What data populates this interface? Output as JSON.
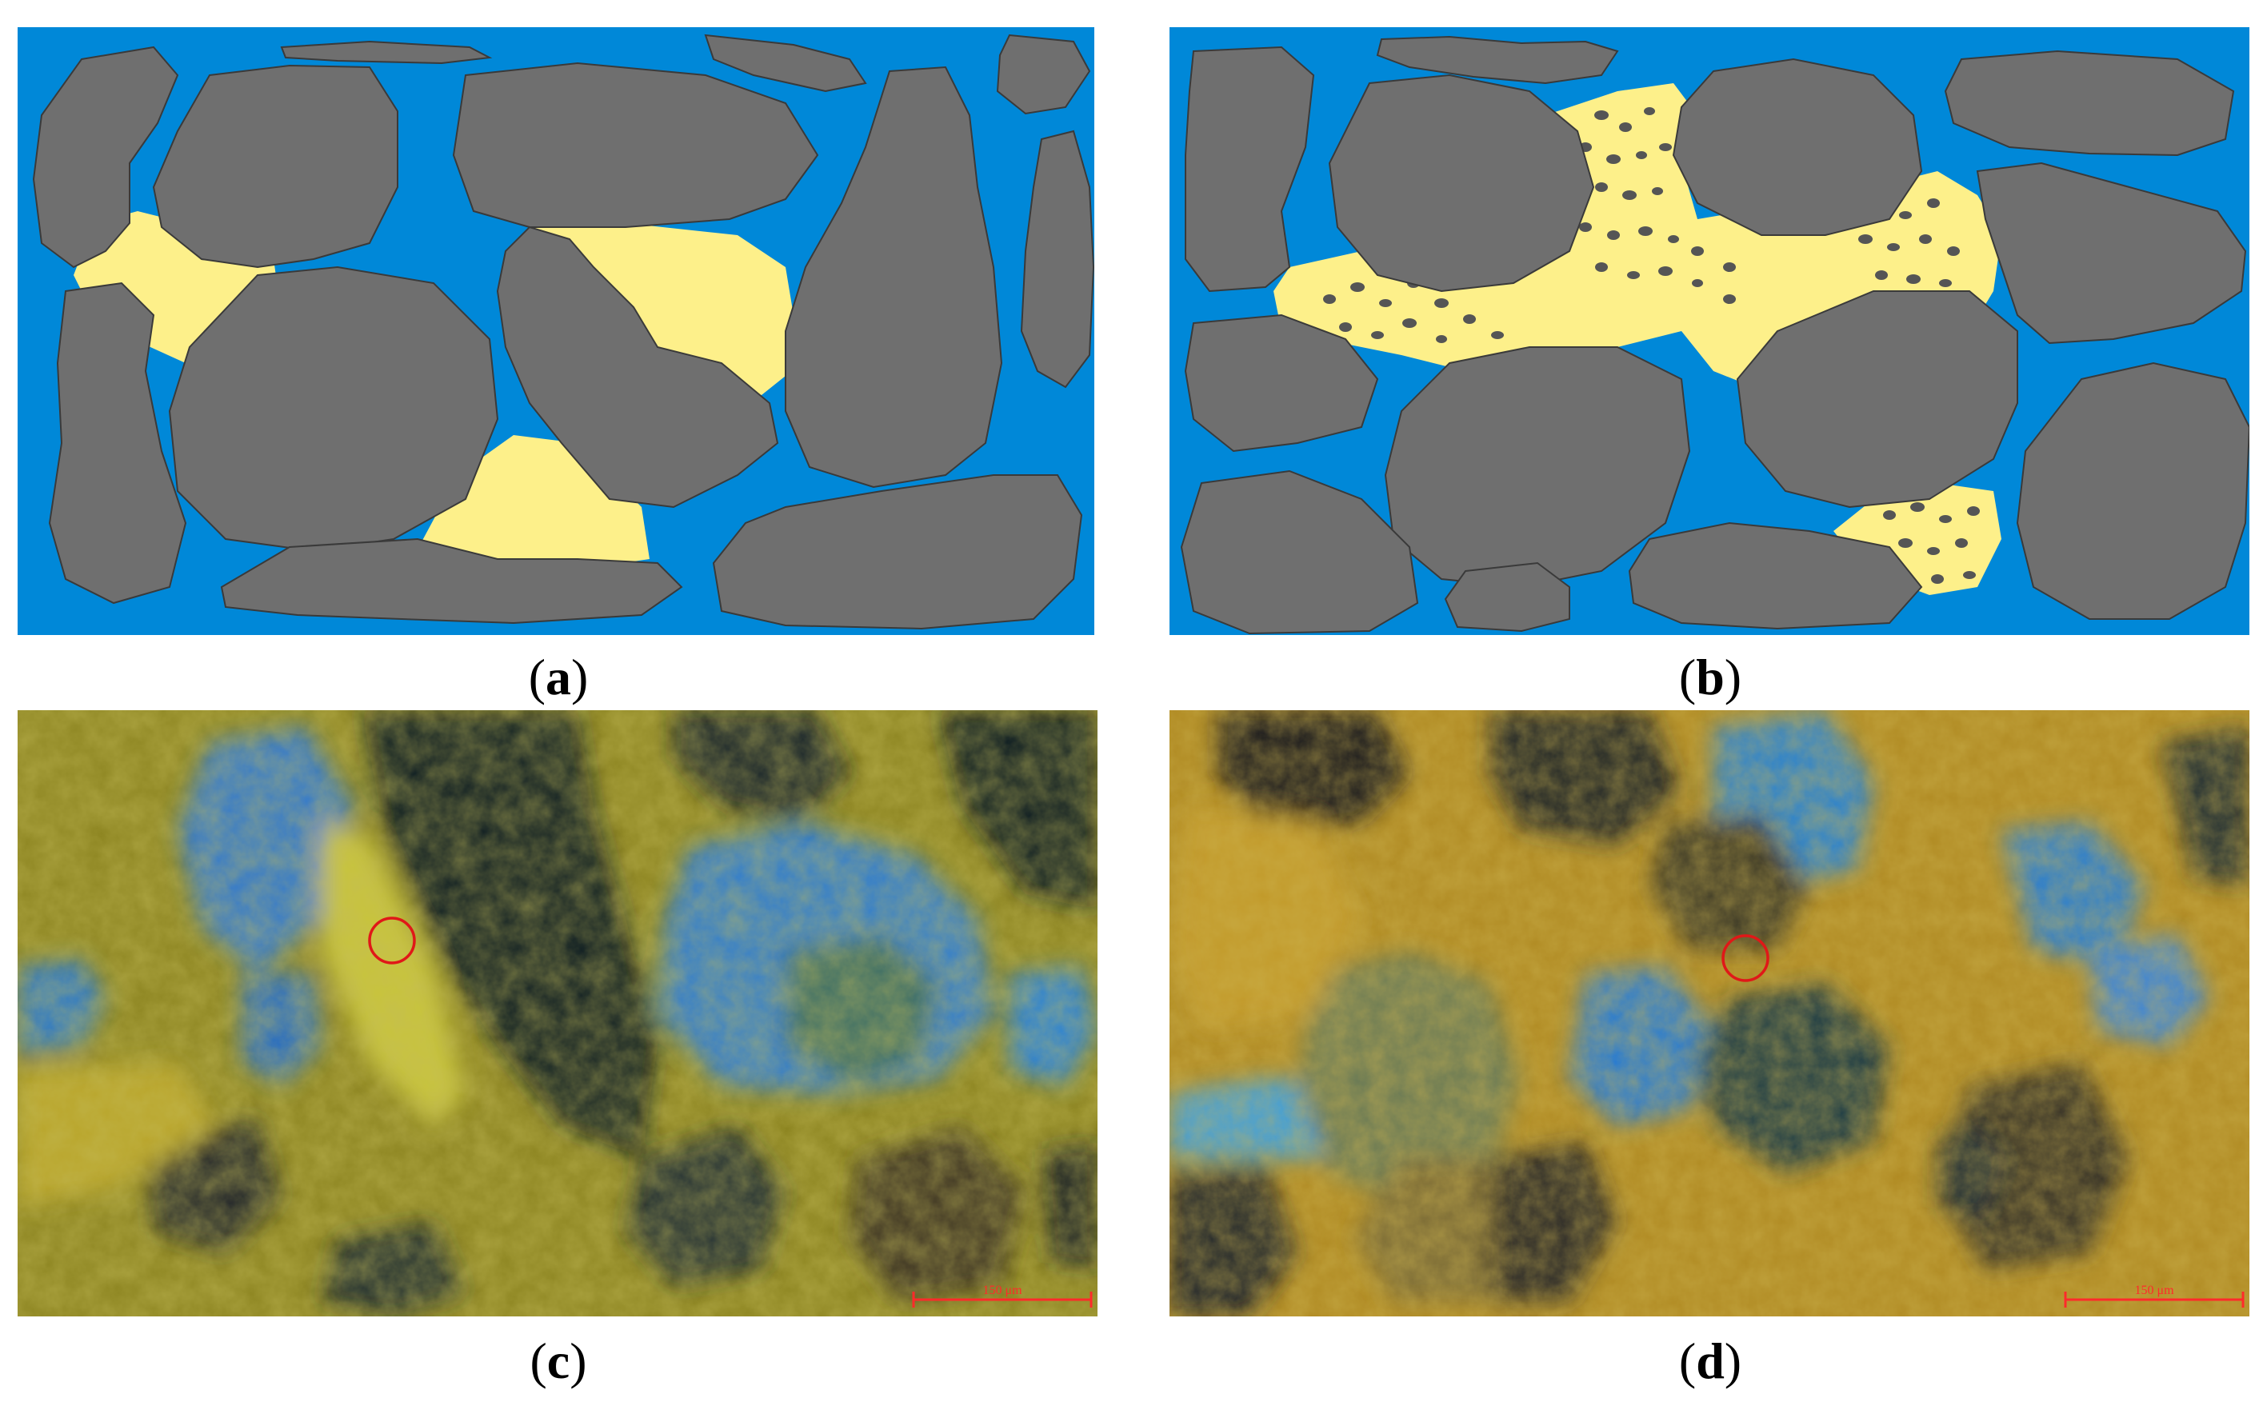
{
  "panels": {
    "a": {
      "label": "a"
    },
    "b": {
      "label": "b"
    },
    "c": {
      "label": "c",
      "scale_bar": "150 μm"
    },
    "d": {
      "label": "d",
      "scale_bar": "150 μm"
    }
  },
  "colors": {
    "pore_blue": "#0088d8",
    "grain_gray": "#6f6f6f",
    "cement_yellow": "#fdf08a",
    "outline": "#3a3a3a",
    "micro_bg_dark": "#0d1a22",
    "micro_yellow": "#c9b52a",
    "micro_blue": "#2e7fd6",
    "marker_red": "#e01818"
  }
}
